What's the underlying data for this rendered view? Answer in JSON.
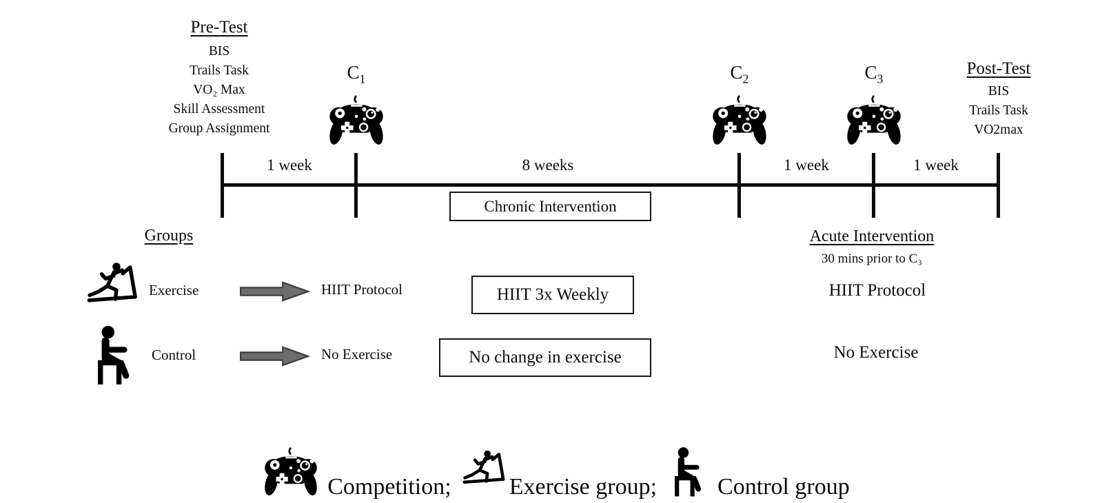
{
  "pretest": {
    "title": "Pre-Test",
    "items": [
      "BIS",
      "Trails Task",
      "VO₂ Max",
      "Skill Assessment",
      "Group Assignment"
    ]
  },
  "posttest": {
    "title": "Post-Test",
    "items": [
      "BIS",
      "Trails Task",
      "VO2max"
    ]
  },
  "timeline": {
    "competitions": [
      {
        "base": "C",
        "sub": "1"
      },
      {
        "base": "C",
        "sub": "2"
      },
      {
        "base": "C",
        "sub": "3"
      }
    ],
    "segments": [
      {
        "label": "1 week"
      },
      {
        "label": "8 weeks"
      },
      {
        "label": "1 week"
      },
      {
        "label": "1 week"
      }
    ],
    "chronic_box_label": "Chronic Intervention"
  },
  "groups": {
    "heading": "Groups",
    "rows": [
      {
        "name": "Exercise",
        "icon": "treadmill-runner-icon",
        "assignment": "HIIT Protocol",
        "chronic_box": "HIIT 3x Weekly",
        "acute": "HIIT Protocol"
      },
      {
        "name": "Control",
        "icon": "seated-person-icon",
        "assignment": "No Exercise",
        "chronic_box": "No change in exercise",
        "acute": "No Exercise"
      }
    ]
  },
  "acute": {
    "heading": "Acute Intervention",
    "subheading": "30 mins prior to C₃"
  },
  "legend": {
    "entries": [
      {
        "icon": "game-controller-icon",
        "label": "Competition;"
      },
      {
        "icon": "treadmill-runner-icon",
        "label": "Exercise group;"
      },
      {
        "icon": "seated-person-icon",
        "label": "Control group"
      }
    ]
  },
  "colors": {
    "ink": "#0d0d0d",
    "background": "#ffffff",
    "arrow-fill": "#6d6d6d",
    "arrow-stroke": "#3e3e3e"
  }
}
